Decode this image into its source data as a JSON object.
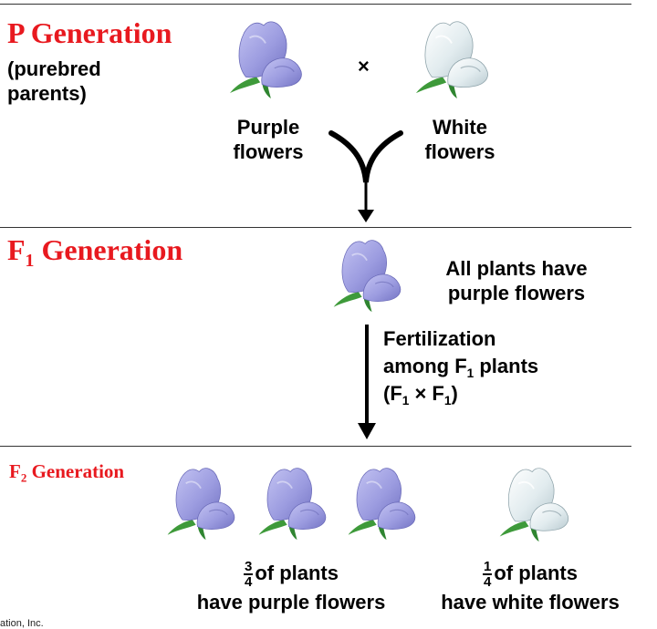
{
  "p_generation": {
    "title": "P Generation",
    "subtitle_line1": "(purebred",
    "subtitle_line2": "parents)",
    "cross_symbol": "×",
    "purple_label_line1": "Purple",
    "purple_label_line2": "flowers",
    "white_label_line1": "White",
    "white_label_line2": "flowers"
  },
  "f1_generation": {
    "title_prefix": "F",
    "title_sub": "1",
    "title_suffix": " Generation",
    "result_line1": "All plants have",
    "result_line2": "purple flowers"
  },
  "fertilization": {
    "line1": "Fertilization",
    "line2_prefix": "among F",
    "line2_sub": "1",
    "line2_suffix": " plants",
    "line3_open": "(F",
    "line3_sub1": "1",
    "line3_mid": " × F",
    "line3_sub2": "1",
    "line3_close": ")"
  },
  "f2_generation": {
    "title_prefix": "F",
    "title_sub": "2",
    "title_suffix": " Generation",
    "purple_fraction_num": "3",
    "purple_fraction_den": "4",
    "purple_text_line1": "of plants",
    "purple_text_line2": "have purple flowers",
    "white_fraction_num": "1",
    "white_fraction_den": "4",
    "white_text_line1": "of plants",
    "white_text_line2": "have white flowers"
  },
  "footer": {
    "copyright_fragment": "ation, Inc."
  },
  "colors": {
    "title_red": "#e8191f",
    "purple_petal": "#9c9ce0",
    "white_petal": "#e2ecef",
    "leaf_green": "#3e9a3a"
  },
  "icons": {
    "purple_flower": "purple-flower-icon",
    "white_flower": "white-flower-icon",
    "arrow_down": "arrow-down-icon"
  }
}
